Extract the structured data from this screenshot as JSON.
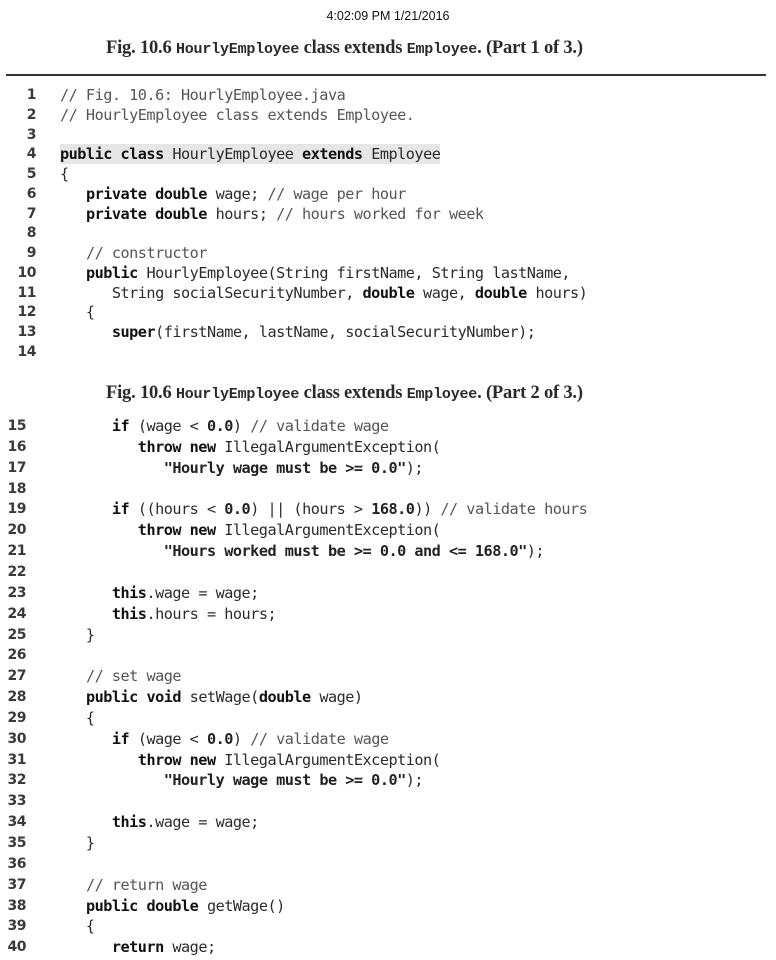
{
  "timestamp": "4:02:09 PM 1/21/2016",
  "captions": [
    {
      "prefix": "Fig. 10.6 ",
      "class1": "HourlyEmployee",
      "mid": " class extends ",
      "class2": "Employee",
      "suffix": ". (Part 1 of 3.)"
    },
    {
      "prefix": "Fig. 10.6 ",
      "class1": "HourlyEmployee",
      "mid": " class extends ",
      "class2": "Employee",
      "suffix": ". (Part 2 of 3.)"
    }
  ],
  "part1_lines": [
    {
      "n": "1",
      "segs": [
        {
          "t": "// Fig. 10.6: HourlyEmployee.java",
          "c": "cm"
        }
      ]
    },
    {
      "n": "2",
      "segs": [
        {
          "t": "// HourlyEmployee class extends Employee.",
          "c": "cm"
        }
      ]
    },
    {
      "n": "3",
      "segs": []
    },
    {
      "n": "4",
      "hl": true,
      "segs": [
        {
          "t": "public class",
          "c": "kw"
        },
        {
          "t": " HourlyEmployee ",
          "c": ""
        },
        {
          "t": "extends",
          "c": "kw"
        },
        {
          "t": " Employee",
          "c": ""
        }
      ]
    },
    {
      "n": "5",
      "segs": [
        {
          "t": "{",
          "c": ""
        }
      ]
    },
    {
      "n": "6",
      "segs": [
        {
          "t": "   ",
          "c": ""
        },
        {
          "t": "private double",
          "c": "kw"
        },
        {
          "t": " wage; ",
          "c": ""
        },
        {
          "t": "// wage per hour",
          "c": "cm"
        }
      ]
    },
    {
      "n": "7",
      "segs": [
        {
          "t": "   ",
          "c": ""
        },
        {
          "t": "private double",
          "c": "kw"
        },
        {
          "t": " hours; ",
          "c": ""
        },
        {
          "t": "// hours worked for week",
          "c": "cm"
        }
      ]
    },
    {
      "n": "8",
      "segs": []
    },
    {
      "n": "9",
      "segs": [
        {
          "t": "   ",
          "c": ""
        },
        {
          "t": "// constructor",
          "c": "cm"
        }
      ]
    },
    {
      "n": "10",
      "segs": [
        {
          "t": "   ",
          "c": ""
        },
        {
          "t": "public",
          "c": "kw"
        },
        {
          "t": " HourlyEmployee(String firstName, String lastName,",
          "c": ""
        }
      ]
    },
    {
      "n": "11",
      "segs": [
        {
          "t": "      String socialSecurityNumber, ",
          "c": ""
        },
        {
          "t": "double",
          "c": "kw"
        },
        {
          "t": " wage, ",
          "c": ""
        },
        {
          "t": "double",
          "c": "kw"
        },
        {
          "t": " hours)",
          "c": ""
        }
      ]
    },
    {
      "n": "12",
      "segs": [
        {
          "t": "   {",
          "c": ""
        }
      ]
    },
    {
      "n": "13",
      "segs": [
        {
          "t": "      ",
          "c": ""
        },
        {
          "t": "super",
          "c": "kw"
        },
        {
          "t": "(firstName, lastName, socialSecurityNumber);",
          "c": ""
        }
      ]
    },
    {
      "n": "14",
      "segs": []
    }
  ],
  "part2_lines": [
    {
      "n": "15",
      "segs": [
        {
          "t": "      ",
          "c": ""
        },
        {
          "t": "if",
          "c": "kw"
        },
        {
          "t": " (wage < ",
          "c": ""
        },
        {
          "t": "0.0",
          "c": "str"
        },
        {
          "t": ") ",
          "c": ""
        },
        {
          "t": "// validate wage",
          "c": "cm"
        }
      ]
    },
    {
      "n": "16",
      "segs": [
        {
          "t": "         ",
          "c": ""
        },
        {
          "t": "throw new",
          "c": "kw"
        },
        {
          "t": " IllegalArgumentException(",
          "c": ""
        }
      ]
    },
    {
      "n": "17",
      "segs": [
        {
          "t": "            ",
          "c": ""
        },
        {
          "t": "\"Hourly wage must be >= 0.0\"",
          "c": "str"
        },
        {
          "t": ");",
          "c": ""
        }
      ]
    },
    {
      "n": "18",
      "segs": []
    },
    {
      "n": "19",
      "segs": [
        {
          "t": "      ",
          "c": ""
        },
        {
          "t": "if",
          "c": "kw"
        },
        {
          "t": " ((hours < ",
          "c": ""
        },
        {
          "t": "0.0",
          "c": "str"
        },
        {
          "t": ") || (hours > ",
          "c": ""
        },
        {
          "t": "168.0",
          "c": "str"
        },
        {
          "t": ")) ",
          "c": ""
        },
        {
          "t": "// validate hours",
          "c": "cm"
        }
      ]
    },
    {
      "n": "20",
      "segs": [
        {
          "t": "         ",
          "c": ""
        },
        {
          "t": "throw new",
          "c": "kw"
        },
        {
          "t": " IllegalArgumentException(",
          "c": ""
        }
      ]
    },
    {
      "n": "21",
      "segs": [
        {
          "t": "            ",
          "c": ""
        },
        {
          "t": "\"Hours worked must be >= 0.0 and <= 168.0\"",
          "c": "str"
        },
        {
          "t": ");",
          "c": ""
        }
      ]
    },
    {
      "n": "22",
      "segs": []
    },
    {
      "n": "23",
      "segs": [
        {
          "t": "      ",
          "c": ""
        },
        {
          "t": "this",
          "c": "kw"
        },
        {
          "t": ".wage = wage;",
          "c": ""
        }
      ]
    },
    {
      "n": "24",
      "segs": [
        {
          "t": "      ",
          "c": ""
        },
        {
          "t": "this",
          "c": "kw"
        },
        {
          "t": ".hours = hours;",
          "c": ""
        }
      ]
    },
    {
      "n": "25",
      "segs": [
        {
          "t": "   }",
          "c": ""
        }
      ]
    },
    {
      "n": "26",
      "segs": []
    },
    {
      "n": "27",
      "segs": [
        {
          "t": "   ",
          "c": ""
        },
        {
          "t": "// set wage",
          "c": "cm"
        }
      ]
    },
    {
      "n": "28",
      "segs": [
        {
          "t": "   ",
          "c": ""
        },
        {
          "t": "public void",
          "c": "kw"
        },
        {
          "t": " setWage(",
          "c": ""
        },
        {
          "t": "double",
          "c": "kw"
        },
        {
          "t": " wage)",
          "c": ""
        }
      ]
    },
    {
      "n": "29",
      "segs": [
        {
          "t": "   {",
          "c": ""
        }
      ]
    },
    {
      "n": "30",
      "segs": [
        {
          "t": "      ",
          "c": ""
        },
        {
          "t": "if",
          "c": "kw"
        },
        {
          "t": " (wage < ",
          "c": ""
        },
        {
          "t": "0.0",
          "c": "str"
        },
        {
          "t": ") ",
          "c": ""
        },
        {
          "t": "// validate wage",
          "c": "cm"
        }
      ]
    },
    {
      "n": "31",
      "segs": [
        {
          "t": "         ",
          "c": ""
        },
        {
          "t": "throw new",
          "c": "kw"
        },
        {
          "t": " IllegalArgumentException(",
          "c": ""
        }
      ]
    },
    {
      "n": "32",
      "segs": [
        {
          "t": "            ",
          "c": ""
        },
        {
          "t": "\"Hourly wage must be >= 0.0\"",
          "c": "str"
        },
        {
          "t": ");",
          "c": ""
        }
      ]
    },
    {
      "n": "33",
      "segs": []
    },
    {
      "n": "34",
      "segs": [
        {
          "t": "      ",
          "c": ""
        },
        {
          "t": "this",
          "c": "kw"
        },
        {
          "t": ".wage = wage;",
          "c": ""
        }
      ]
    },
    {
      "n": "35",
      "segs": [
        {
          "t": "   }",
          "c": ""
        }
      ]
    },
    {
      "n": "36",
      "segs": []
    },
    {
      "n": "37",
      "segs": [
        {
          "t": "   ",
          "c": ""
        },
        {
          "t": "// return wage",
          "c": "cm"
        }
      ]
    },
    {
      "n": "38",
      "segs": [
        {
          "t": "   ",
          "c": ""
        },
        {
          "t": "public double",
          "c": "kw"
        },
        {
          "t": " getWage()",
          "c": ""
        }
      ]
    },
    {
      "n": "39",
      "segs": [
        {
          "t": "   {",
          "c": ""
        }
      ]
    },
    {
      "n": "40",
      "segs": [
        {
          "t": "      ",
          "c": ""
        },
        {
          "t": "return",
          "c": "kw"
        },
        {
          "t": " wage;",
          "c": ""
        }
      ]
    }
  ]
}
